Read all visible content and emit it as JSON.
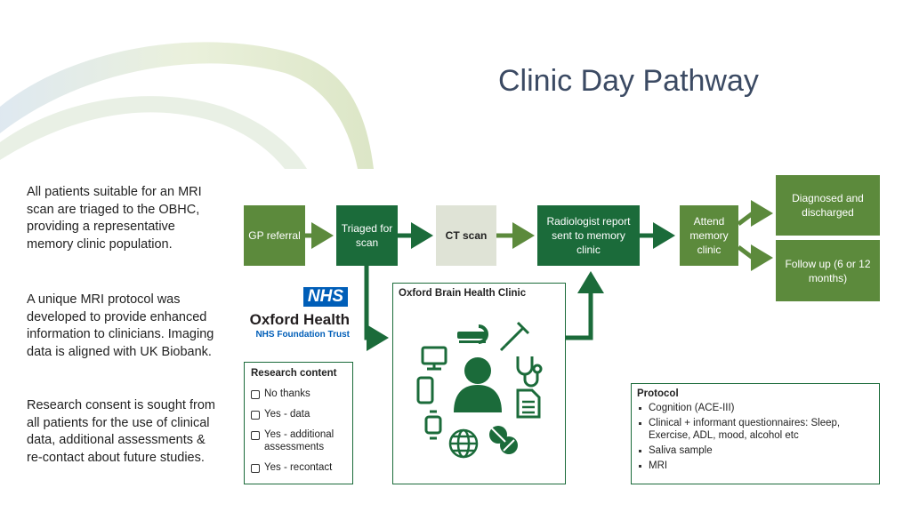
{
  "title": "Clinic Day Pathway",
  "paragraphs": [
    "All patients suitable for an MRI scan are triaged to the OBHC, providing a representative memory clinic population.",
    "A unique MRI protocol was developed to provide enhanced information to clinicians. Imaging data is aligned with UK Biobank.",
    "Research consent is sought from all patients for the use of clinical data, additional assessments & re-contact about future studies."
  ],
  "logo": {
    "badge": "NHS",
    "org": "Oxford Health",
    "trust": "NHS Foundation Trust"
  },
  "flow": {
    "gp": "GP referral",
    "triaged": "Triaged for scan",
    "ct": "CT scan",
    "radiologist": "Radiologist report sent to memory clinic",
    "attend": "Attend memory clinic",
    "diagnosed": "Diagnosed and discharged",
    "followup": "Follow up (6 or 12 months)"
  },
  "clinic": {
    "title": "Oxford Brain Health Clinic",
    "icons": [
      "mri-scanner-icon",
      "syringe-icon",
      "computer-monitor-icon",
      "stethoscope-icon",
      "smartphone-icon",
      "person-icon",
      "document-icon",
      "smartwatch-icon",
      "globe-icon",
      "pills-icon"
    ]
  },
  "research": {
    "title": "Research content",
    "options": [
      "No thanks",
      "Yes - data",
      "Yes - additional assessments",
      "Yes - recontact"
    ]
  },
  "protocol": {
    "title": "Protocol",
    "items": [
      "Cognition (ACE-III)",
      "Clinical + informant questionnaires: Sleep, Exercise, ADL, mood, alcohol etc",
      "Saliva sample",
      "MRI"
    ]
  },
  "colors": {
    "light_green": "#5c8a3c",
    "dark_green": "#1b6b3a",
    "grey_box": "#dfe3d6",
    "title_color": "#3b4a63",
    "nhs_blue": "#005eb8"
  }
}
